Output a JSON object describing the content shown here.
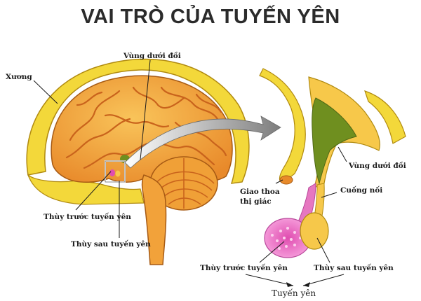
{
  "title": "VAI TRÒ CỦA TUYẾN YÊN",
  "labels": {
    "bone": "Xương",
    "hypothalamus_top": "Vùng dưới đồi",
    "anterior_left": "Thùy trước tuyến yên",
    "posterior_left": "Thùy sau tuyến yên",
    "optic_chiasm_line1": "Giao thoa",
    "optic_chiasm_line2": "thị giác",
    "stalk": "Cuống nối",
    "hypothalamus_right": "Vùng dưới đồi",
    "anterior_right": "Thùy trước tuyến yên",
    "posterior_right": "Thùy sau tuyến yên",
    "pituitary": "Tuyến yên"
  },
  "colors": {
    "skull": "#f3d83a",
    "brain": "#f2a23a",
    "gyri": "#c9631c",
    "hypothalamus": "#6f8f1f",
    "anterior_lobe": "#f08ad0",
    "posterior_lobe": "#f6c84a",
    "arrow": "#8a8a8a"
  }
}
